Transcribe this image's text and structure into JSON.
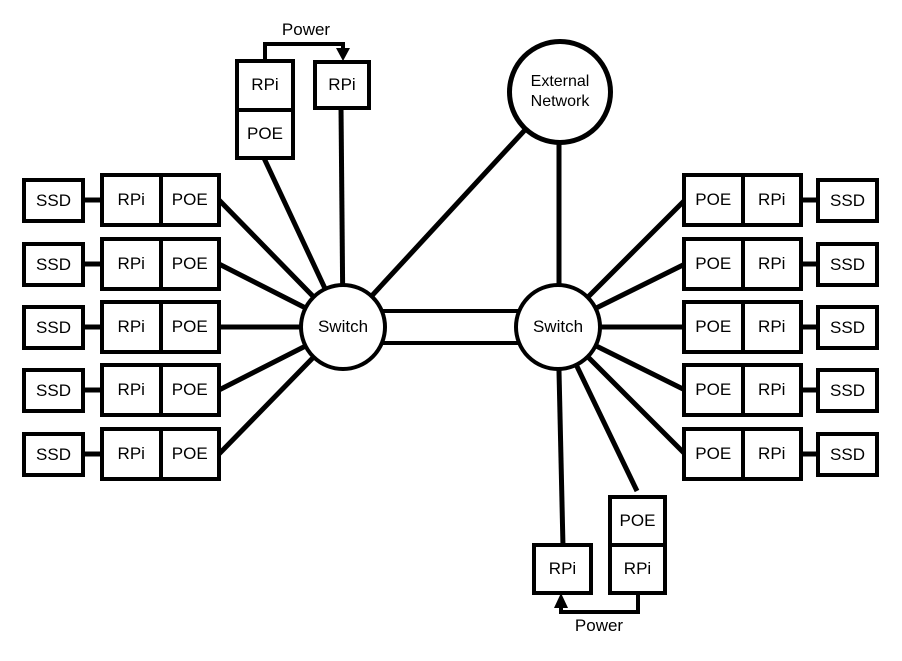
{
  "background": "#ffffff",
  "stroke_color": "#000000",
  "nodes": {
    "external_network": {
      "label_line1": "External",
      "label_line2": "Network",
      "shape": "circle"
    },
    "switch_left": {
      "label": "Switch",
      "shape": "circle"
    },
    "switch_right": {
      "label": "Switch",
      "shape": "circle"
    }
  },
  "left_rows": [
    {
      "ssd": "SSD",
      "rpi": "RPi",
      "poe": "POE"
    },
    {
      "ssd": "SSD",
      "rpi": "RPi",
      "poe": "POE"
    },
    {
      "ssd": "SSD",
      "rpi": "RPi",
      "poe": "POE"
    },
    {
      "ssd": "SSD",
      "rpi": "RPi",
      "poe": "POE"
    },
    {
      "ssd": "SSD",
      "rpi": "RPi",
      "poe": "POE"
    }
  ],
  "right_rows": [
    {
      "poe": "POE",
      "rpi": "RPi",
      "ssd": "SSD"
    },
    {
      "poe": "POE",
      "rpi": "RPi",
      "ssd": "SSD"
    },
    {
      "poe": "POE",
      "rpi": "RPi",
      "ssd": "SSD"
    },
    {
      "poe": "POE",
      "rpi": "RPi",
      "ssd": "SSD"
    },
    {
      "poe": "POE",
      "rpi": "RPi",
      "ssd": "SSD"
    }
  ],
  "top_cluster": {
    "stack_top": "RPi",
    "stack_bottom": "POE",
    "standalone_rpi": "RPi",
    "power_label": "Power"
  },
  "bottom_cluster": {
    "stack_top": "POE",
    "stack_bottom": "RPi",
    "standalone_rpi": "RPi",
    "power_label": "Power"
  }
}
